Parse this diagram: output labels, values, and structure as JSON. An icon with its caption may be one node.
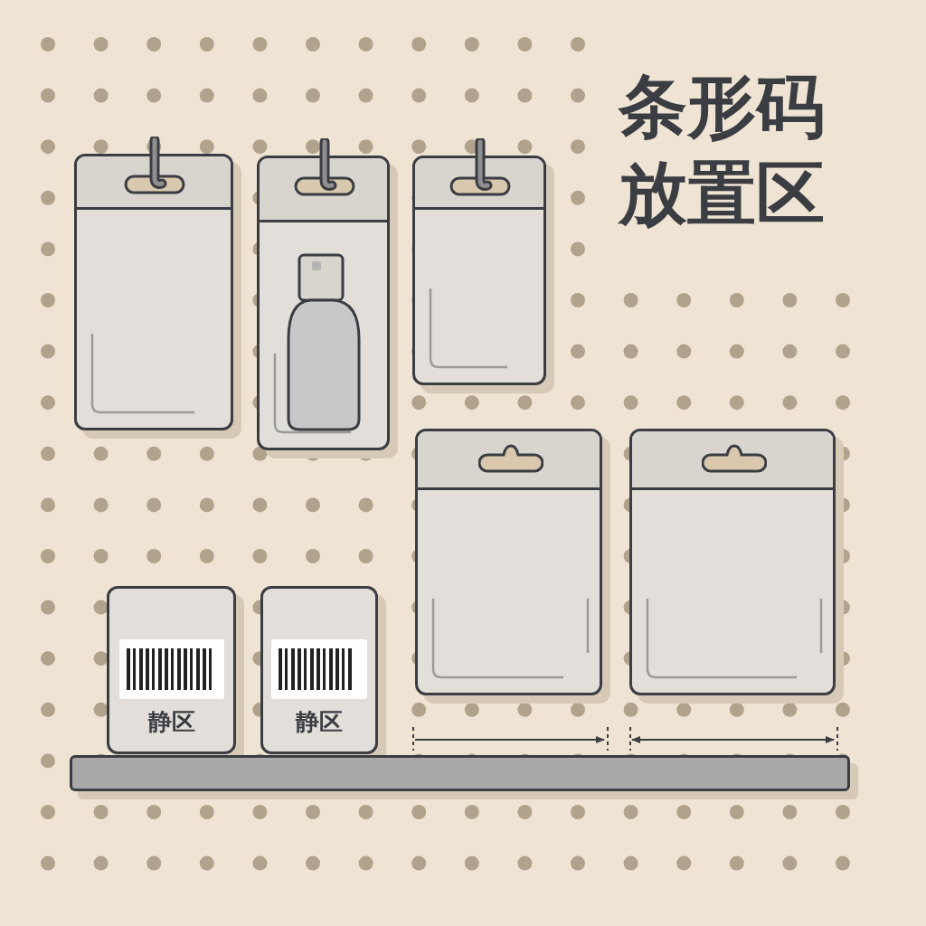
{
  "diagram": {
    "title": "条形码放置区",
    "nodes": [
      {
        "text": [],
        "shape": "box"
      },
      {
        "text": [],
        "shape": "box"
      },
      {
        "text": [],
        "shape": "box"
      },
      {
        "text": [],
        "shape": "box"
      },
      {
        "text": [],
        "shape": "box"
      },
      {
        "text": [
          "静区"
        ]
      },
      {
        "text": [
          "静区"
        ]
      },
      {
        "text": [],
        "shape": "bar"
      }
    ]
  }
}
